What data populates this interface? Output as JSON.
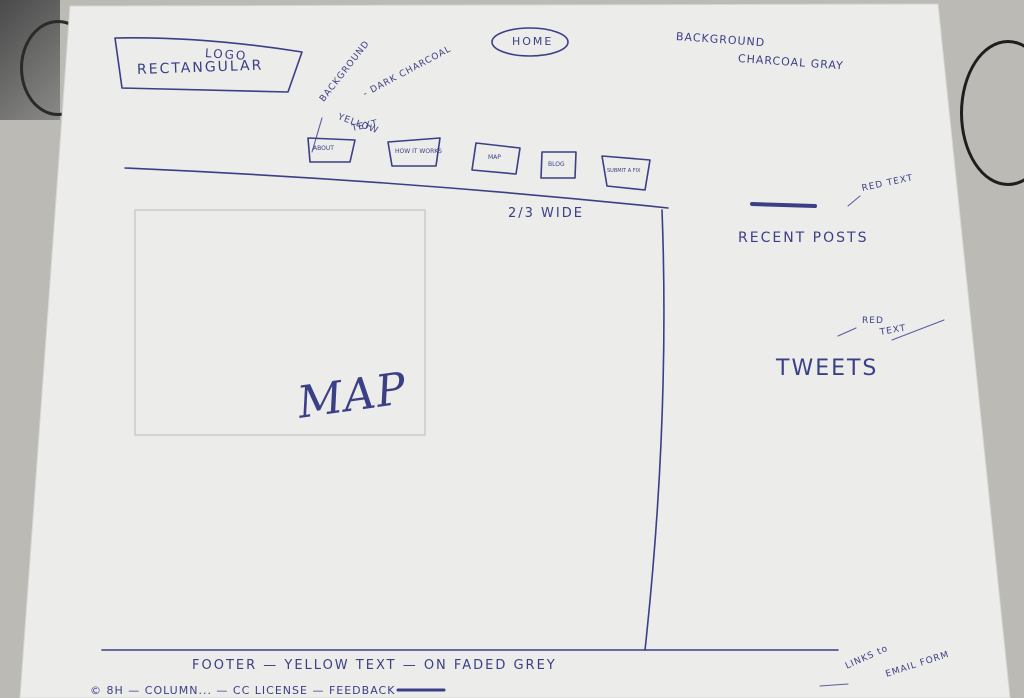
{
  "header": {
    "logo_line1": "LOGO",
    "logo_line2": "RECTANGULAR",
    "home_label": "HOME",
    "background_note_line1": "BACKGROUND",
    "background_note_line2": "CHARCOAL GRAY",
    "nav_background_note_line1": "BACKGROUND",
    "nav_background_note_line2": "- DARK CHARCOAL",
    "nav_text_note_line1": "YELLOW",
    "nav_text_note_line2": "TEXT",
    "nav_items": [
      "ABOUT",
      "HOW IT WORKS",
      "MAP",
      "BLOG",
      "SUBMIT A FIX"
    ]
  },
  "main": {
    "map_label": "MAP",
    "width_note": "2/3 WIDE"
  },
  "sidebar": {
    "recent_posts_label": "RECENT POSTS",
    "recent_posts_note": "RED TEXT",
    "tweets_label": "TWEETS",
    "tweets_note_line1": "RED",
    "tweets_note_line2": "TEXT"
  },
  "footer": {
    "description": "FOOTER — YELLOW TEXT — ON FADED GREY",
    "links_row": "© 8H — COLUMN... — CC LICENSE — FEEDBACK",
    "note_line1": "LINKS to",
    "note_line2": "EMAIL FORM"
  }
}
